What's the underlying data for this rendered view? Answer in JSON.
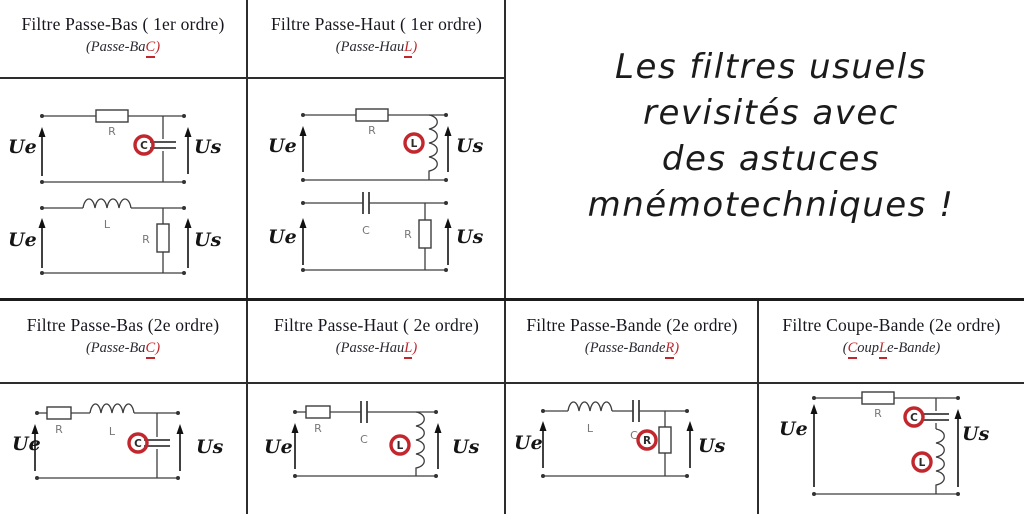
{
  "palette": {
    "accent_red": "#c1272d",
    "ink": "#191919",
    "wire_gray": "#3d3d3d",
    "component_label_gray": "#777777"
  },
  "headline": {
    "lines": [
      "Les filtres usuels",
      "revisités avec",
      "des astuces",
      "mnémotechniques !"
    ]
  },
  "cells": [
    {
      "id": "passe-bas-1",
      "title": "Filtre Passe-Bas ( 1er ordre)",
      "mnemonic": [
        [
          "(Passe-Ba",
          0
        ],
        [
          "C",
          1
        ],
        [
          ")",
          2
        ]
      ]
    },
    {
      "id": "passe-haut-1",
      "title": "Filtre Passe-Haut ( 1er ordre)",
      "mnemonic": [
        [
          "(Passe-Hau",
          0
        ],
        [
          "L",
          1
        ],
        [
          ")",
          2
        ]
      ]
    },
    {
      "id": "passe-bas-2",
      "title": "Filtre Passe-Bas (2e ordre)",
      "mnemonic": [
        [
          "(Passe-Ba",
          0
        ],
        [
          "C",
          1
        ],
        [
          ")",
          2
        ]
      ]
    },
    {
      "id": "passe-haut-2",
      "title": "Filtre Passe-Haut ( 2e ordre)",
      "mnemonic": [
        [
          "(Passe-Hau",
          0
        ],
        [
          "L",
          1
        ],
        [
          ")",
          2
        ]
      ]
    },
    {
      "id": "passe-bande-2",
      "title": "Filtre Passe-Bande (2e ordre)",
      "mnemonic": [
        [
          "(Passe-Bande",
          0
        ],
        [
          "R",
          1
        ],
        [
          ")",
          2
        ]
      ]
    },
    {
      "id": "coupe-bande-2",
      "title": "Filtre Coupe-Bande (2e ordre)",
      "mnemonic": [
        [
          "(",
          0
        ],
        [
          "C",
          1
        ],
        [
          "oup",
          0
        ],
        [
          "L",
          1
        ],
        [
          "e-Bande)",
          0
        ]
      ]
    }
  ],
  "labels": {
    "ue": "Ue",
    "us": "Us",
    "r": "R",
    "l": "L",
    "c": "C"
  },
  "circuits": [
    {
      "cell": "passe-bas-1",
      "series": [
        "R"
      ],
      "shunt": [
        "C"
      ],
      "circled": [
        "C"
      ]
    },
    {
      "cell": "passe-bas-1",
      "series": [
        "L"
      ],
      "shunt": [
        "R"
      ],
      "circled": []
    },
    {
      "cell": "passe-haut-1",
      "series": [
        "R"
      ],
      "shunt": [
        "L"
      ],
      "circled": [
        "L"
      ]
    },
    {
      "cell": "passe-haut-1",
      "series": [
        "C"
      ],
      "shunt": [
        "R"
      ],
      "circled": []
    },
    {
      "cell": "passe-bas-2",
      "series": [
        "R",
        "L"
      ],
      "shunt": [
        "C"
      ],
      "circled": [
        "C"
      ]
    },
    {
      "cell": "passe-haut-2",
      "series": [
        "R",
        "C"
      ],
      "shunt": [
        "L"
      ],
      "circled": [
        "L"
      ]
    },
    {
      "cell": "passe-bande-2",
      "series": [
        "L",
        "C"
      ],
      "shunt": [
        "R"
      ],
      "circled": [
        "R"
      ]
    },
    {
      "cell": "coupe-bande-2",
      "series": [
        "R"
      ],
      "shunt": [
        "C",
        "L"
      ],
      "circled": [
        "C",
        "L"
      ]
    }
  ]
}
